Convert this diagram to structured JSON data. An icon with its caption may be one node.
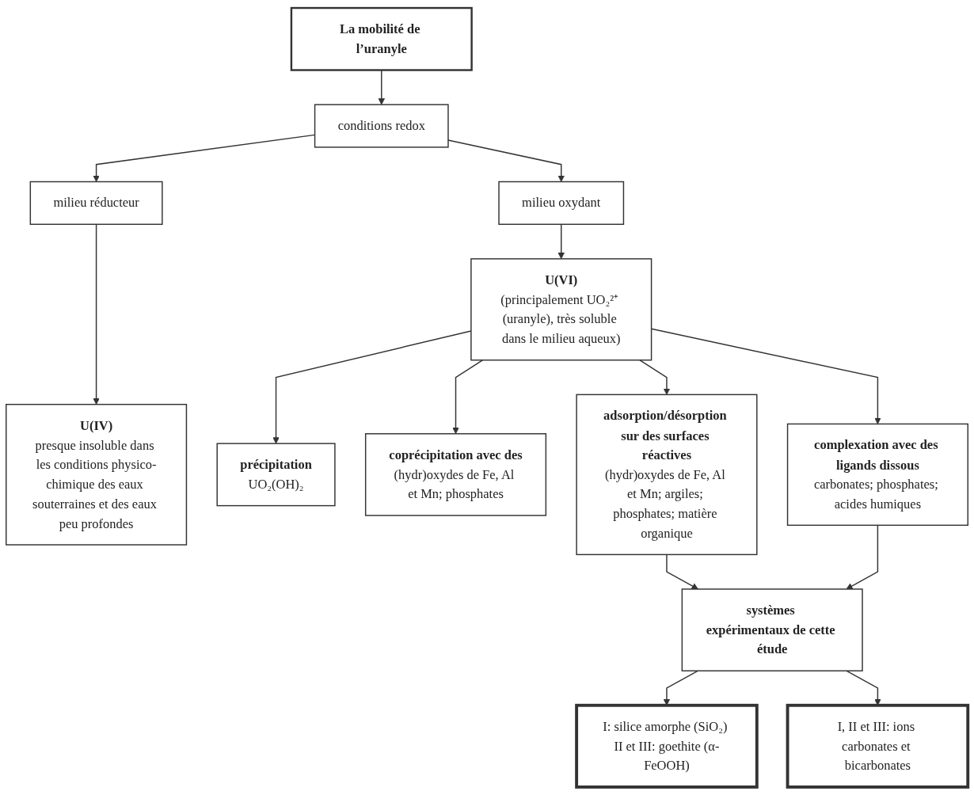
{
  "diagram": {
    "nodes": [
      {
        "text": [
          "La mobilité de l’uranyle"
        ]
      },
      {
        "text": [
          "conditions redox"
        ]
      },
      {
        "text": [
          "milieu réducteur"
        ]
      },
      {
        "text": [
          "milieu oxydant"
        ]
      },
      {
        "text": [
          "U(IV)",
          "presque insoluble dans les conditions physico-chimique des eaux souterraines et des eaux peu profondes"
        ]
      },
      {
        "text": [
          "U(VI)",
          "(principalement UO₂²⁺ (uranyle), très soluble dans le milieu aqueux)"
        ]
      },
      {
        "text": [
          "précipitation",
          "UO₂(OH)₂"
        ]
      },
      {
        "text": [
          "coprécipitation avec des",
          "(hydr)oxydes de Fe, Al et Mn; phosphates"
        ]
      },
      {
        "text": [
          "adsorption/désorption sur des surfaces réactives",
          "(hydr)oxydes de Fe, Al et Mn; argiles; phosphates; matière organique"
        ]
      },
      {
        "text": [
          "complexation avec des ligands dissous",
          "carbonates; phosphates; acides humiques"
        ]
      },
      {
        "text": [
          "systèmes expérimentaux de cette étude"
        ]
      },
      {
        "text": [
          "I: silice amorphe (SiO₂) II et III: goethite (α-FeOOH)"
        ]
      },
      {
        "text": [
          "I, II et III: ions carbonates et bicarbonates"
        ]
      }
    ],
    "edges": [
      {
        "from": 0,
        "to": 1,
        "arrow": "to"
      },
      {
        "from": 1,
        "to": 2,
        "arrow": "to"
      },
      {
        "from": 1,
        "to": 3,
        "arrow": "to"
      },
      {
        "from": 2,
        "to": 4,
        "arrow": "to"
      },
      {
        "from": 3,
        "to": 5,
        "arrow": "to"
      },
      {
        "from": 5,
        "to": 6,
        "arrow": "to"
      },
      {
        "from": 5,
        "to": 7,
        "arrow": "to"
      },
      {
        "from": 5,
        "to": 8,
        "arrow": "to"
      },
      {
        "from": 5,
        "to": 9,
        "arrow": "to"
      },
      {
        "from": 8,
        "to": 10,
        "arrow": "to"
      },
      {
        "from": 9,
        "to": 10,
        "arrow": "to"
      },
      {
        "from": 10,
        "to": 11,
        "arrow": "to"
      },
      {
        "from": 10,
        "to": 12,
        "arrow": "to"
      }
    ]
  }
}
